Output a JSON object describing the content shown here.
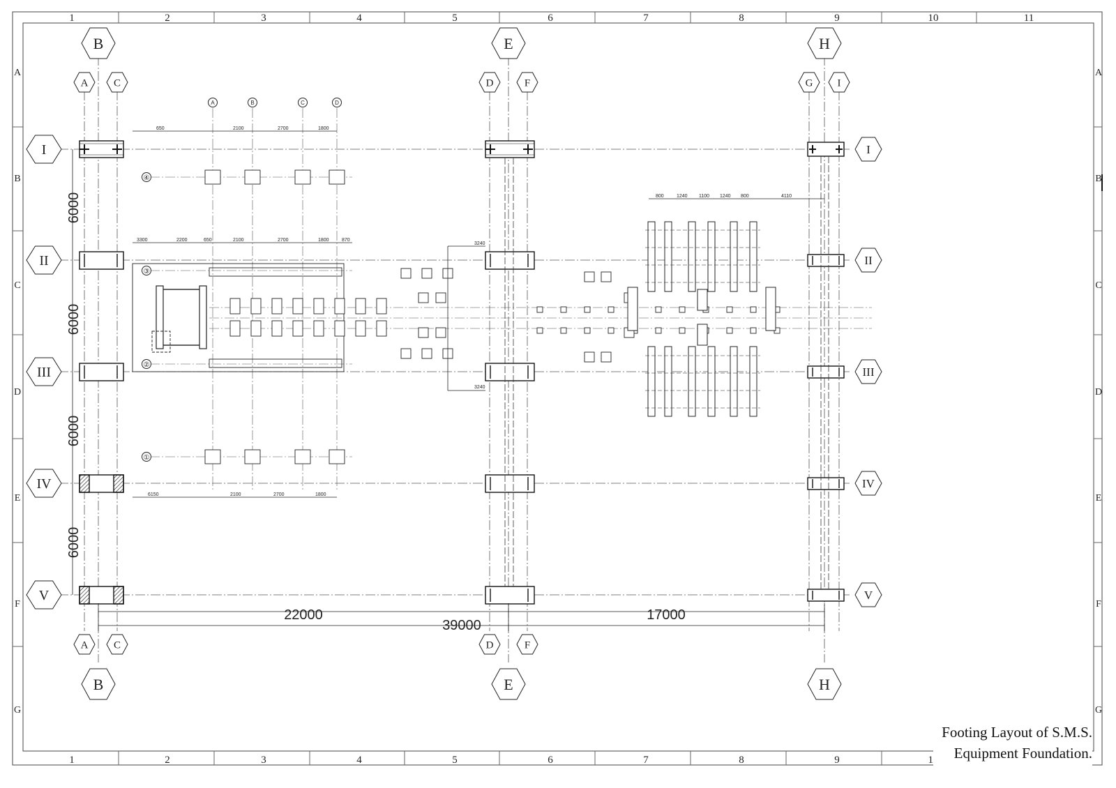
{
  "frame": {
    "columns": [
      "1",
      "2",
      "3",
      "4",
      "5",
      "6",
      "7",
      "8",
      "9",
      "10",
      "11"
    ],
    "rows": [
      "A",
      "B",
      "C",
      "D",
      "E",
      "F",
      "G"
    ]
  },
  "grid": {
    "top_major": [
      "B",
      "E",
      "H"
    ],
    "top_minor": [
      "A",
      "C",
      "D",
      "F",
      "G",
      "I"
    ],
    "bottom_major": [
      "B",
      "E",
      "H"
    ],
    "bottom_minor": [
      "A",
      "C",
      "D",
      "F"
    ],
    "rows_left": [
      "I",
      "II",
      "III",
      "IV",
      "V"
    ],
    "rows_right": [
      "I",
      "II",
      "III",
      "IV",
      "V"
    ],
    "sub_axes": [
      "A",
      "B",
      "C",
      "D"
    ],
    "sub_rows": [
      "④",
      "③",
      "②",
      "①"
    ]
  },
  "dimensions": {
    "row_spacing": [
      "6000",
      "6000",
      "6000",
      "6000"
    ],
    "span_left": "22000",
    "span_total": "39000",
    "span_right": "17000"
  },
  "detail_dims": {
    "top_row": [
      "650",
      "2100",
      "2700",
      "1800"
    ],
    "mid_row": [
      "3300",
      "2200",
      "650",
      "2100",
      "2700",
      "1800",
      "870"
    ],
    "bottom_row": [
      "6150",
      "2100",
      "2700",
      "1800"
    ],
    "right_block": [
      "800",
      "1240",
      "1100",
      "1240",
      "800",
      "4110"
    ],
    "pier": [
      "3240",
      "3240"
    ]
  },
  "title": {
    "line1": "Footing Layout of S.M.S.",
    "line2": "Equipment Foundation."
  },
  "colors": {
    "ink": "#222222",
    "paper": "#ffffff"
  }
}
